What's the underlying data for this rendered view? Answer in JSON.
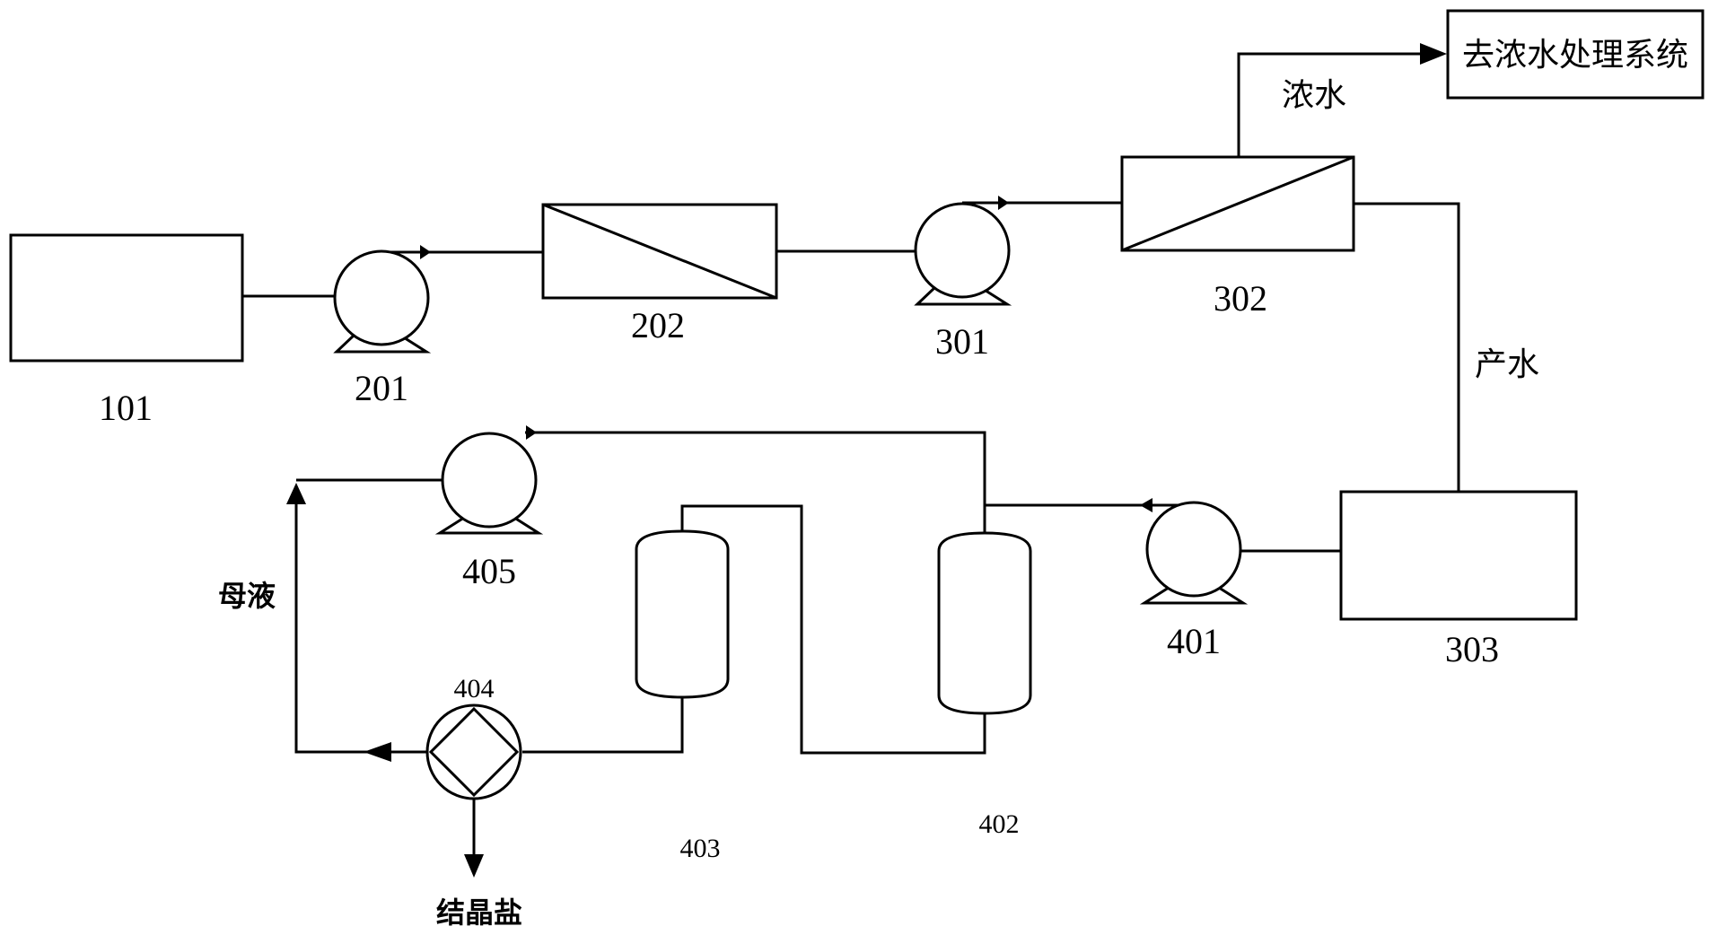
{
  "units": {
    "u101": "101",
    "u201": "201",
    "u202": "202",
    "u301": "301",
    "u302": "302",
    "u303": "303",
    "u401": "401",
    "u402": "402",
    "u403": "403",
    "u404": "404",
    "u405": "405"
  },
  "labels": {
    "concentrate": "浓水",
    "to_concentrate_system": "去浓水处理系统",
    "product_water": "产水",
    "mother_liquor": "母液",
    "crystal_salt": "结晶盐"
  }
}
